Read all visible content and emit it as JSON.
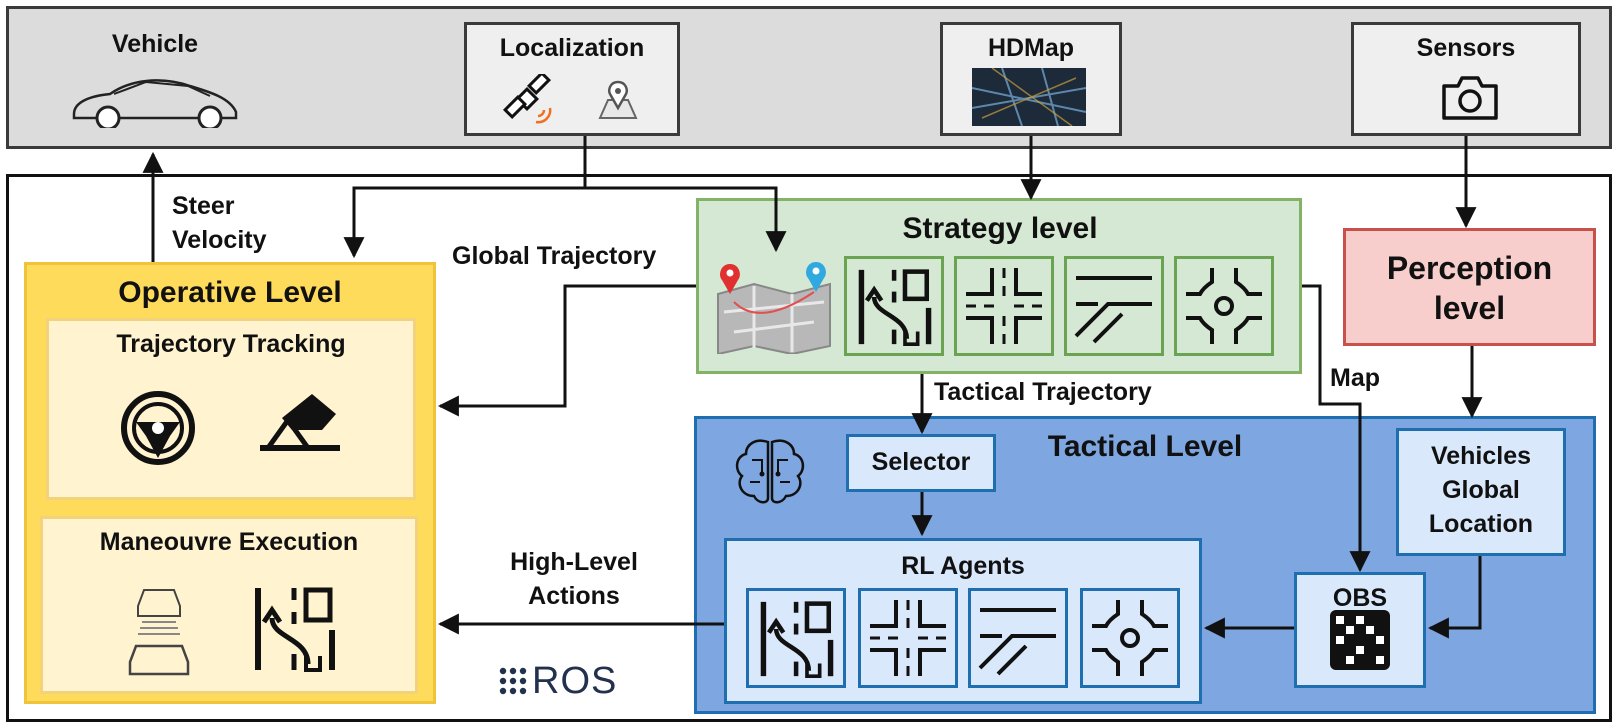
{
  "vehicle": {
    "label": "Vehicle"
  },
  "localization": {
    "label": "Localization"
  },
  "hdmap": {
    "label": "HDMap"
  },
  "sensors": {
    "label": "Sensors"
  },
  "operative": {
    "title": "Operative Level",
    "tracking": "Trajectory Tracking",
    "maneouvre": "Maneouvre Execution"
  },
  "strategy": {
    "title": "Strategy level"
  },
  "perception": {
    "line1": "Perception",
    "line2": "level"
  },
  "tactical": {
    "title": "Tactical Level",
    "selector": "Selector",
    "agents": "RL Agents",
    "vgl": [
      "Vehicles",
      "Global",
      "Location"
    ],
    "obs": "OBS"
  },
  "edges": {
    "steer": "Steer",
    "velocity": "Velocity",
    "global_traj": "Global Trajectory",
    "tactical_traj": "Tactical Trajectory",
    "map": "Map",
    "hl1": "High-Level",
    "hl2": "Actions"
  },
  "logo": "ROS"
}
